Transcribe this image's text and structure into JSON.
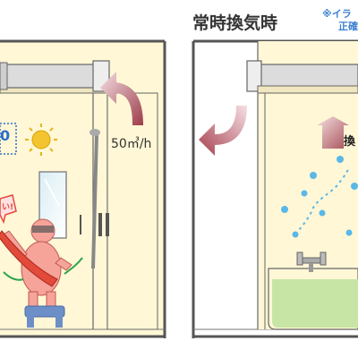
{
  "title": "常時換気時",
  "note_line1": "※イラ",
  "note_line2": "正確",
  "airflow_label": "50㎥/h",
  "temperature_label": "0",
  "right_badge_label": "換",
  "speech_bubble_text": "い!",
  "colors": {
    "wall": "#fff7d6",
    "wall_white": "#ffffff",
    "frame": "#555555",
    "duct": "#dcdcdc",
    "arrow": "#9c3d4a",
    "arrow_gradient_light": "#f5dfe3",
    "water": "#c7e5a4",
    "bubble": "#5ab8e8",
    "text_blue": "#3a7fd0",
    "person_skin": "#f6a39a",
    "sun": "#f4c430"
  }
}
